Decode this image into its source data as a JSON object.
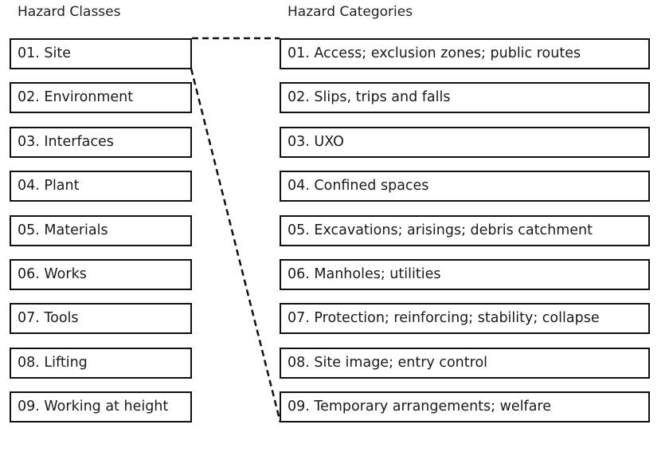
{
  "headings": {
    "classes": "Hazard Classes",
    "categories": "Hazard Categories"
  },
  "hazard_classes": [
    "01. Site",
    "02. Environment",
    "03. Interfaces",
    "04. Plant",
    "05. Materials",
    "06. Works",
    "07. Tools",
    "08. Lifting",
    "09. Working at height"
  ],
  "hazard_categories": [
    "01. Access; exclusion zones; public routes",
    "02. Slips, trips and falls",
    "03. UXO",
    "04. Confined spaces",
    "05. Excavations; arisings; debris catchment",
    "06. Manholes; utilities",
    "07. Protection; reinforcing; stability; collapse",
    "08. Site image; entry control",
    "09. Temporary arrangements; welfare"
  ],
  "connector": {
    "from": "01. Site",
    "to_range": [
      "01. Access; exclusion zones; public routes",
      "09. Temporary arrangements; welfare"
    ],
    "style": "dashed",
    "color": "#111111"
  }
}
